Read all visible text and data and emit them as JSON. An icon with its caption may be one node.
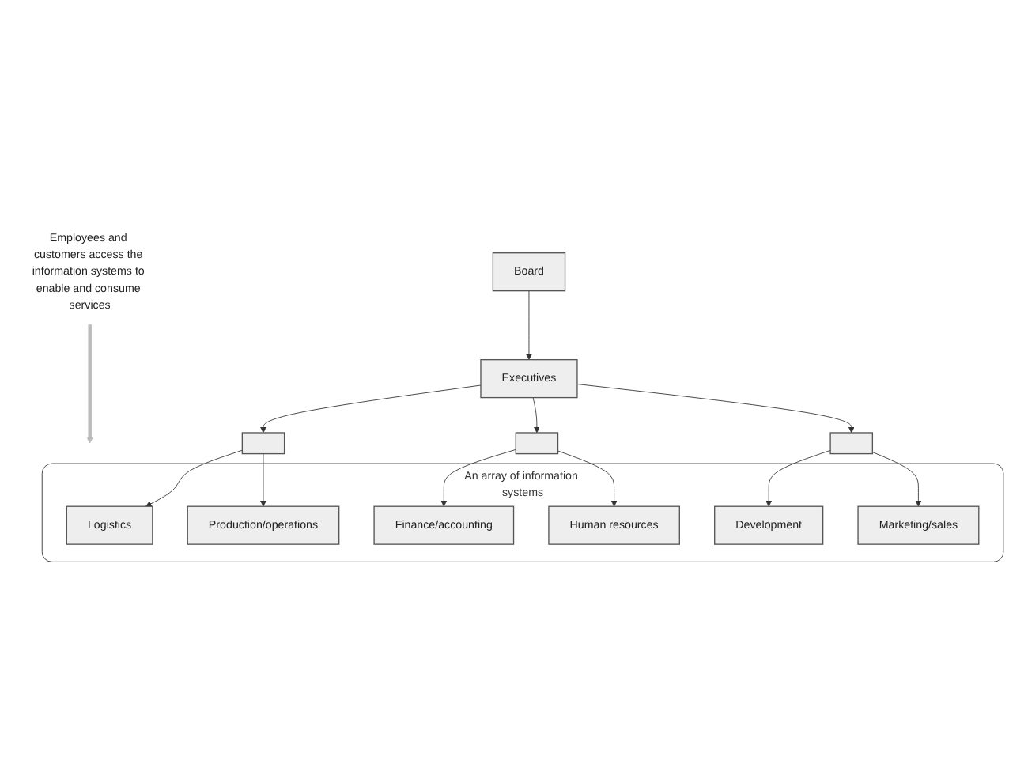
{
  "diagram": {
    "nodes": [
      {
        "text": [
          "Employees and customers access the information systems to enable and consume services"
        ]
      },
      {
        "text": [
          "Board"
        ]
      },
      {
        "text": [
          "Executives"
        ]
      },
      {
        "text": [],
        "shape": "box"
      },
      {
        "text": [],
        "shape": "box"
      },
      {
        "text": [],
        "shape": "box"
      },
      {
        "text": [
          "An array of information systems"
        ]
      },
      {
        "text": [
          "Logistics"
        ],
        "in": 6
      },
      {
        "text": [
          "Production/operations"
        ],
        "in": 6
      },
      {
        "text": [
          "Finance/accounting"
        ],
        "in": 6
      },
      {
        "text": [
          "Human resources"
        ],
        "in": 6
      },
      {
        "text": [
          "Development"
        ],
        "in": 6
      },
      {
        "text": [
          "Marketing/sales"
        ],
        "in": 6
      }
    ],
    "edges": [
      {
        "from": 0,
        "to": 6,
        "arrow": "to",
        "style": "thick",
        "color": "#bbbbbb"
      },
      {
        "from": 1,
        "to": 2,
        "arrow": "to"
      },
      {
        "from": 2,
        "to": 3,
        "arrow": "to"
      },
      {
        "from": 2,
        "to": 4,
        "arrow": "to"
      },
      {
        "from": 2,
        "to": 5,
        "arrow": "to"
      },
      {
        "from": 3,
        "to": 7,
        "arrow": "to"
      },
      {
        "from": 3,
        "to": 8,
        "arrow": "to"
      },
      {
        "from": 4,
        "to": 9,
        "arrow": "to"
      },
      {
        "from": 4,
        "to": 10,
        "arrow": "to"
      },
      {
        "from": 5,
        "to": 11,
        "arrow": "to"
      },
      {
        "from": 5,
        "to": 12,
        "arrow": "to"
      }
    ]
  }
}
